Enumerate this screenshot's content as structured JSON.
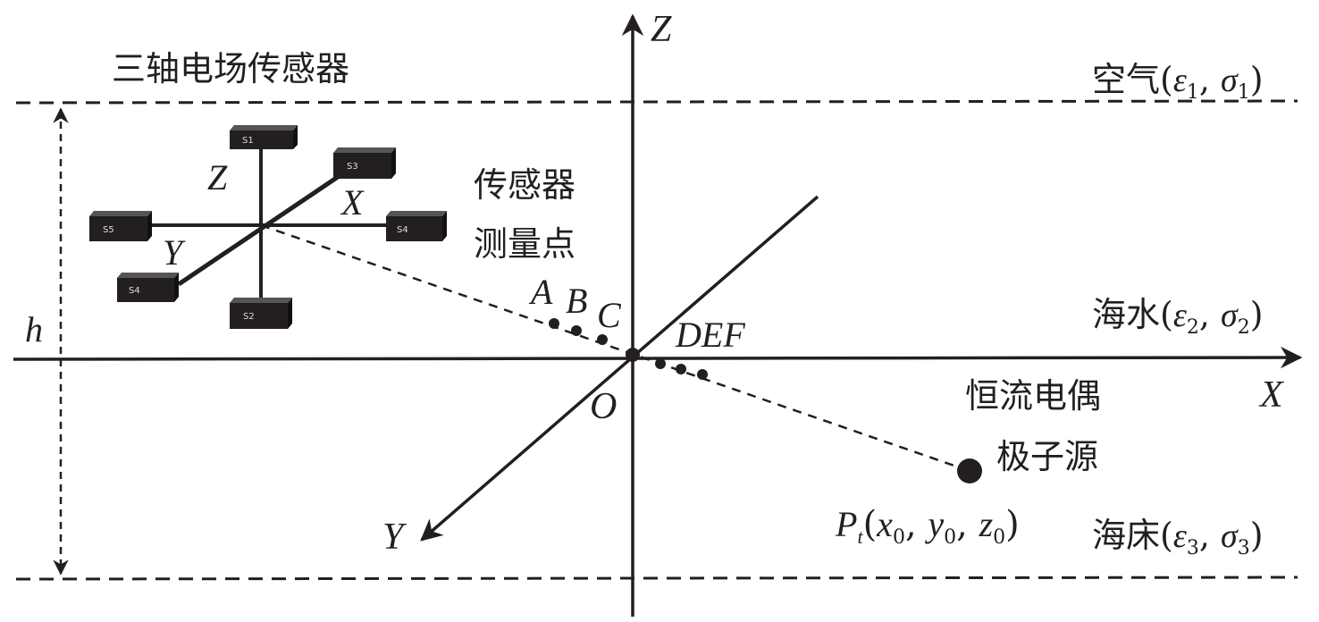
{
  "title": "三轴电场传感器",
  "sensor": {
    "boxes": [
      "S1",
      "S2",
      "S3",
      "S4",
      "S4",
      "S5"
    ],
    "axis_z": "Z",
    "axis_x": "X",
    "axis_y": "Y"
  },
  "measure_label": [
    "传感器",
    "测量点"
  ],
  "points": {
    "abc": [
      "A",
      "B",
      "C"
    ],
    "def": "DEF",
    "origin": "O"
  },
  "axes": {
    "z": "Z",
    "x": "X",
    "y": "Y"
  },
  "height_label": "h",
  "layers": {
    "air": {
      "name": "空气",
      "eps": "ε",
      "eps_sub": "1",
      "sigma": "σ",
      "sigma_sub": "1"
    },
    "sea": {
      "name": "海水",
      "eps": "ε",
      "eps_sub": "2",
      "sigma": "σ",
      "sigma_sub": "2"
    },
    "bed": {
      "name": "海床",
      "eps": "ε",
      "eps_sub": "3",
      "sigma": "σ",
      "sigma_sub": "3"
    }
  },
  "source": {
    "label": [
      "恒流电偶",
      "极子源"
    ],
    "P": "P",
    "P_sub": "t",
    "x": "x",
    "y": "y",
    "z": "z",
    "sub0": "0"
  }
}
